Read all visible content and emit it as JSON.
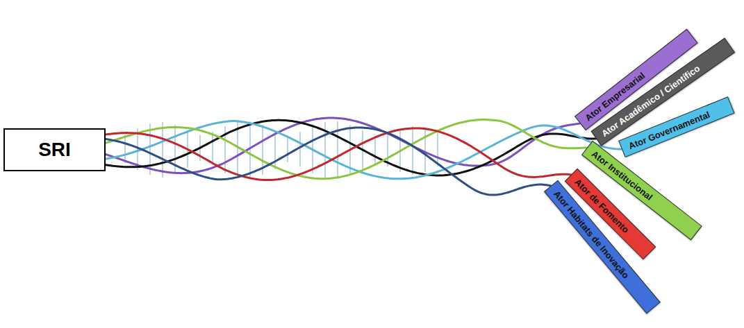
{
  "diagram": {
    "nodes": [
      {
        "text": [
          "SRI"
        ]
      },
      {
        "text": [
          "Ator Empresarial"
        ]
      },
      {
        "text": [
          "Ator Acadêmico / Científico"
        ]
      },
      {
        "text": [
          "Ator Governamental"
        ]
      },
      {
        "text": [
          "Ator Institucional"
        ]
      },
      {
        "text": [
          "Ator de Fomento"
        ]
      },
      {
        "text": [
          "Ator Habitats de Inovação"
        ]
      }
    ],
    "edges": [
      {
        "from": 0,
        "to": 1,
        "arrow": "none"
      },
      {
        "from": 0,
        "to": 2,
        "arrow": "none"
      },
      {
        "from": 0,
        "to": 3,
        "arrow": "none"
      },
      {
        "from": 0,
        "to": 4,
        "arrow": "none"
      },
      {
        "from": 0,
        "to": 5,
        "arrow": "none"
      },
      {
        "from": 0,
        "to": 6,
        "arrow": "none"
      }
    ]
  }
}
